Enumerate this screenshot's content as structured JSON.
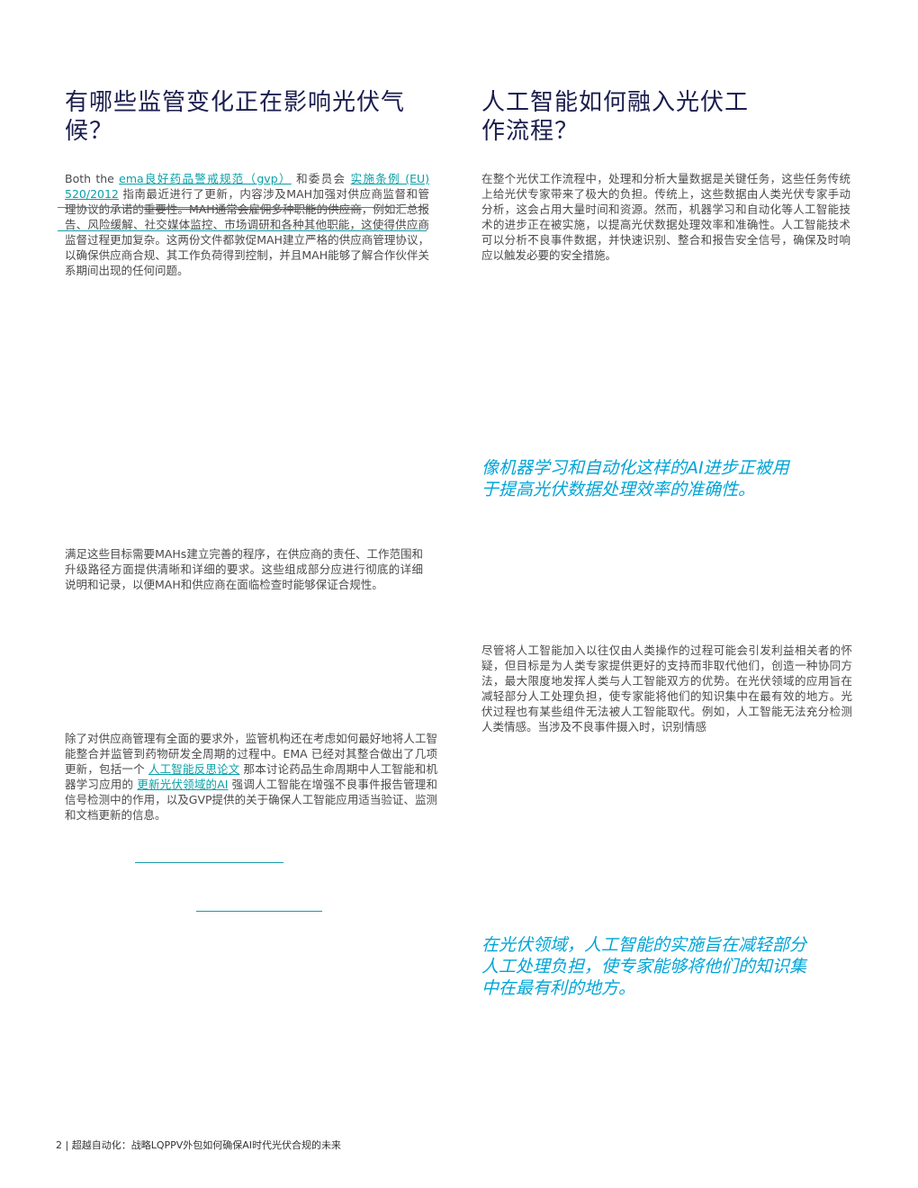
{
  "left_column": {
    "heading_line1": "有哪些监管变化正在影响光伏气",
    "heading_line2": "候？",
    "para1": {
      "prefix": "Both the ",
      "link1": "ema良好药品警戒规范（gvp）",
      "mid1": " 和委员会 ",
      "link2": "实施条例 (EU) 520/2012",
      "mid2": " 指南最近进行了更新，内容涉及MAH加强对供应商监督和管理协议的承诺的",
      "struck": "重要性。MAH通常会雇佣多种职能的供应商",
      "rest": "，例如汇总报告、风险缓解、社交媒体监控、市场调研和各种其他职能，这使得供应商监督过程更加复杂。这两份文件都敦促MAH建立严格的供应商管理协议，以确保供应商合规、其工作负荷得到控制，并且MAH能够了解合作伙伴关系期间出现的任何问题。"
    },
    "para2": "满足这些目标需要MAHs建立完善的程序，在供应商的责任、工作范围和升级路径方面提供清晰和详细的要求。这些组成部分应进行彻底的详细说明和记录，以便MAH和供应商在面临检查时能够保证合规性。",
    "para3": {
      "prefix": "除了对供应商管理有全面的要求外，监管机构还在考虑如何最好地将人工智能整合并监管到药物研发全周期的过程中。EMA 已经对其整合做出了几项更新，包括一个 ",
      "link1": "人工智能反思论文",
      "mid1": " 那本讨论药品生命周期中人工智能和机器学习应用的 ",
      "link2": "更新光伏领域的AI",
      "rest": " 强调人工智能在增强不良事件报告管理和信号检测中的作用，以及GVP提供的关于确保人工智能应用适当验证、监测和文档更新的信息。"
    }
  },
  "right_column": {
    "heading_line1": "人工智能如何融入光伏工",
    "heading_line2": "作流程？",
    "para1": "在整个光伏工作流程中，处理和分析大量数据是关键任务，这些任务传统上给光伏专家带来了极大的负担。传统上，这些数据由人类光伏专家手动分析，这会占用大量时间和资源。然而，机器学习和自动化等人工智能技术的进步正在被实施，以提高光伏数据处理效率和准确性。人工智能技术可以分析不良事件数据，并快速识别、整合和报告安全信号，确保及时响应以触发必要的安全措施。",
    "quote1": "像机器学习和自动化这样的AI进步正被用于提高光伏数据处理效率的准确性。",
    "para2": "尽管将人工智能加入以往仅由人类操作的过程可能会引发利益相关者的怀疑，但目标是为人类专家提供更好的支持而非取代他们，创造一种协同方法，最大限度地发挥人类与人工智能双方的优势。在光伏领域的应用旨在减轻部分人工处理负担，使专家能将他们的知识集中在最有效的地方。光伏过程也有某些组件无法被人工智能取代。例如，人工智能无法充分检测人类情感。当涉及不良事件摄入时，识别情感",
    "quote2": "在光伏领域，人工智能的实施旨在减轻部分人工处理负担，使专家能够将他们的知识集中在最有利的地方。"
  },
  "footer": "2 | 超越自动化：战略LQPPV外包如何确保AI时代光伏合规的未来",
  "colors": {
    "heading": "#1b1e4d",
    "body_text": "#4a4a4a",
    "link": "#0aa0a8",
    "quote": "#00a4d6"
  }
}
